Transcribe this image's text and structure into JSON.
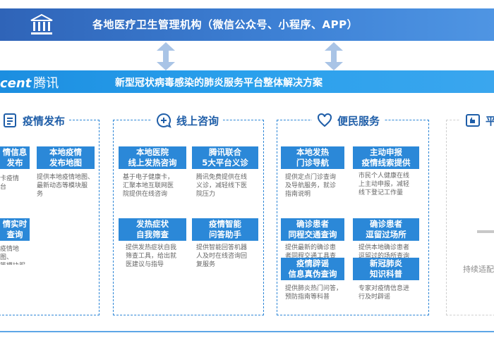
{
  "top": {
    "title": "各地医疗卫生管理机构（微信公众号、小程序、APP）"
  },
  "platform": {
    "brand_en": "cent",
    "brand_cn": "腾讯",
    "title": "新型冠状病毒感染的肺炎服务平台整体解决方案"
  },
  "sections": [
    {
      "title": "疫情发布",
      "icon": "document-list-icon",
      "cards": [
        {
          "title": "情信息\n发布",
          "desc": "卡疫情\n台"
        },
        {
          "title": "本地疫情\n发布地图",
          "desc": "提供本地疫情地图、\n最新动态等模块服\n务"
        },
        {
          "title": "情实时\n查询",
          "desc": "疫情地图、\n等模块服"
        }
      ]
    },
    {
      "title": "线上咨询",
      "icon": "chat-plus-icon",
      "cards": [
        {
          "title": "本地医院\n线上发热咨询",
          "desc": "基于电子健康卡，\n汇聚本地互联网医\n院提供在线咨询"
        },
        {
          "title": "腾讯联合\n5大平台义诊",
          "desc": "腾讯免费提供在线\n义诊，减轻线下医\n院压力"
        },
        {
          "title": "发热症状\n自我筛查",
          "desc": "提供发热症状自我\n筛查工具，给出就\n医建议与指导"
        },
        {
          "title": "疫情智能\n问答助手",
          "desc": "提供智能回答机器\n人及时在线咨询回\n复服务"
        }
      ]
    },
    {
      "title": "便民服务",
      "icon": "heart-icon",
      "cards": [
        {
          "title": "本地发热\n门诊导航",
          "desc": "提供定点门诊查询\n及导航服务，就诊\n指南说明"
        },
        {
          "title": "主动申报\n疫情线索提供",
          "desc": "市民个人健康在线\n上主动申报，减轻\n线下登记工作量"
        },
        {
          "title": "确诊患者\n同程交通查询",
          "desc": "提供最新的确诊患\n者同程交通工具查\n询服务"
        },
        {
          "title": "确诊患者\n逗留过场所",
          "desc": "提供本地确诊患者\n逗留过的场所查询\n服务"
        },
        {
          "title": "疫情辟谣\n信息真伪查询",
          "desc": "提供肺炎热门问答，\n预防指南等科普"
        },
        {
          "title": "新冠肺炎\n知识科普",
          "desc": "专家对疫情信息进\n行及时辟谣"
        }
      ]
    },
    {
      "title": "平",
      "icon": "thumbs-up-icon",
      "placeholder": "持续适配"
    }
  ],
  "colors": {
    "primary": "#2b88d8",
    "header_text": "#1f5ea8",
    "banner": "#3e82d6"
  }
}
